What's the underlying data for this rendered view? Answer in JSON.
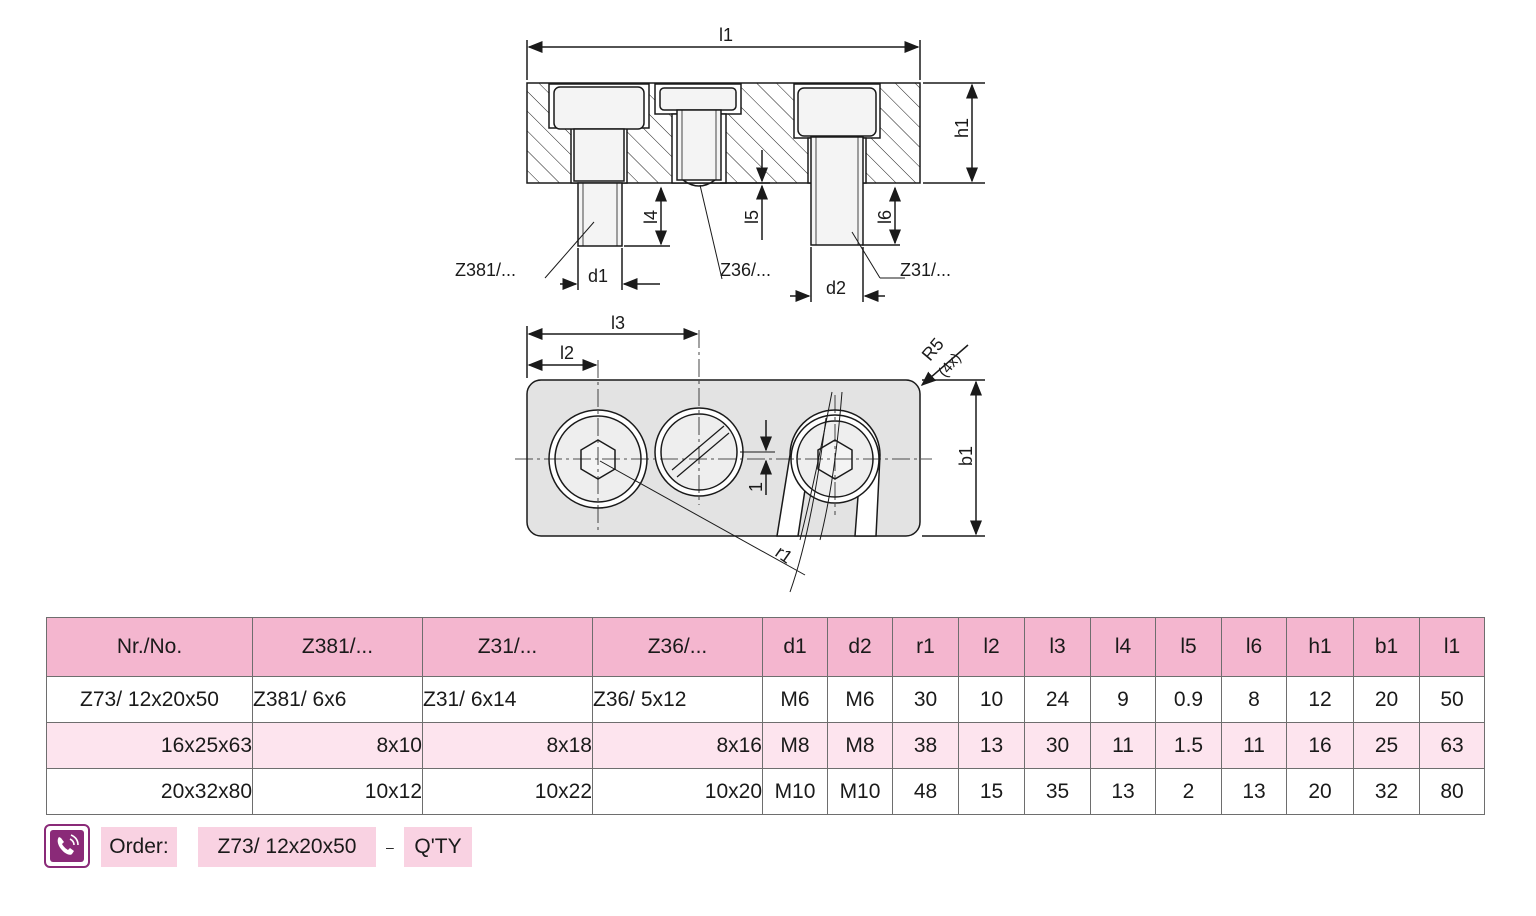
{
  "drawing": {
    "labels": {
      "l1": "l1",
      "h1": "h1",
      "l4": "l4",
      "l5": "l5",
      "l6": "l6",
      "z381": "Z381/...",
      "z36": "Z36/...",
      "z31": "Z31/...",
      "d1": "d1",
      "d2": "d2",
      "l3": "l3",
      "l2": "l2",
      "r5": "R5",
      "r5_count": "(4x)",
      "b1": "b1",
      "one": "1",
      "r1": "r1"
    },
    "colors": {
      "plate_fill": "#e3e3e3",
      "section_fill": "#f0f0f0",
      "line": "#1a1a1a"
    }
  },
  "table": {
    "headers": [
      "Nr./No.",
      "Z381/...",
      "Z31/...",
      "Z36/...",
      "d1",
      "d2",
      "r1",
      "l2",
      "l3",
      "l4",
      "l5",
      "l6",
      "h1",
      "b1",
      "l1"
    ],
    "rows": [
      [
        "Z73/ 12x20x50",
        "Z381/ 6x6",
        "Z31/ 6x14",
        "Z36/ 5x12",
        "M6",
        "M6",
        "30",
        "10",
        "24",
        "9",
        "0.9",
        "8",
        "12",
        "20",
        "50"
      ],
      [
        "16x25x63",
        "8x10",
        "8x18",
        "8x16",
        "M8",
        "M8",
        "38",
        "13",
        "30",
        "11",
        "1.5",
        "11",
        "16",
        "25",
        "63"
      ],
      [
        "20x32x80",
        "10x12",
        "10x22",
        "10x20",
        "M10",
        "M10",
        "48",
        "15",
        "35",
        "13",
        "2",
        "13",
        "20",
        "32",
        "80"
      ]
    ],
    "colors": {
      "header": "#f4b6cf",
      "alt_row": "#fde4ee"
    }
  },
  "order": {
    "icon": "phone-order-icon",
    "label": "Order:",
    "example": "Z73/ 12x20x50",
    "separator": "–",
    "qty": "Q'TY"
  }
}
